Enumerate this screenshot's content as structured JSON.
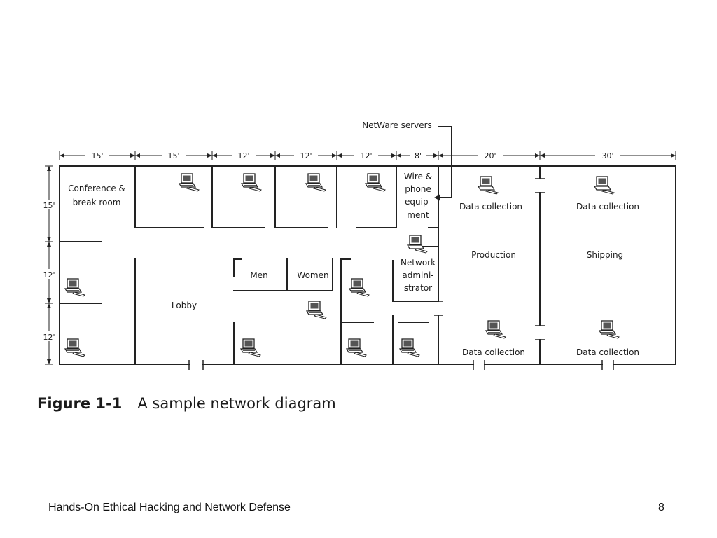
{
  "diagram": {
    "callout": "NetWare servers",
    "top_dimensions": [
      "15'",
      "15'",
      "12'",
      "12'",
      "12'",
      "8'",
      "20'",
      "30'"
    ],
    "left_dimensions": [
      "15'",
      "12'",
      "12'"
    ],
    "rooms": {
      "conference": [
        "Conference &",
        "break room"
      ],
      "wire": [
        "Wire &",
        "phone",
        "equip-",
        "ment"
      ],
      "men": "Men",
      "women": "Women",
      "lobby": "Lobby",
      "netadmin": [
        "Network",
        "admini-",
        "strator"
      ],
      "production": "Production",
      "shipping": "Shipping",
      "data_collection": "Data collection"
    }
  },
  "caption": {
    "label": "Figure 1-1",
    "text": "A sample network diagram"
  },
  "footer": {
    "title": "Hands-On Ethical Hacking and Network Defense",
    "page": "8"
  }
}
